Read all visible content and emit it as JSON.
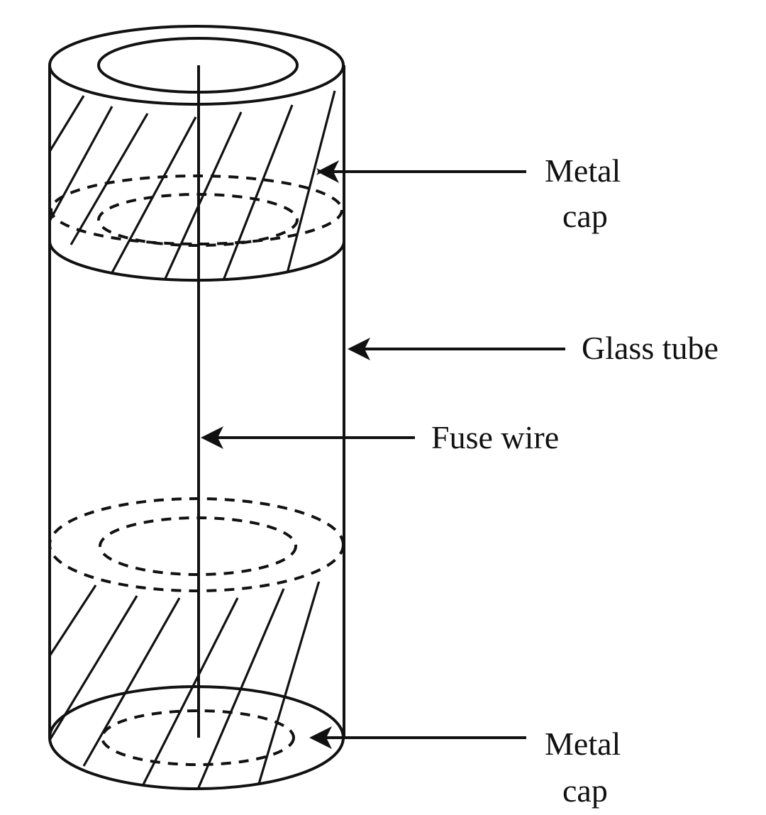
{
  "diagram": {
    "title": "Cartridge fuse",
    "labels": {
      "top_cap_line1": "Metal",
      "top_cap_line2": "cap",
      "glass_tube": "Glass tube",
      "fuse_wire": "Fuse wire",
      "bottom_cap_line1": "Metal",
      "bottom_cap_line2": "cap"
    },
    "parts": [
      "top metal cap",
      "glass tube",
      "fuse wire",
      "bottom metal cap"
    ],
    "colors": {
      "line": "#111111",
      "background": "#ffffff"
    }
  }
}
